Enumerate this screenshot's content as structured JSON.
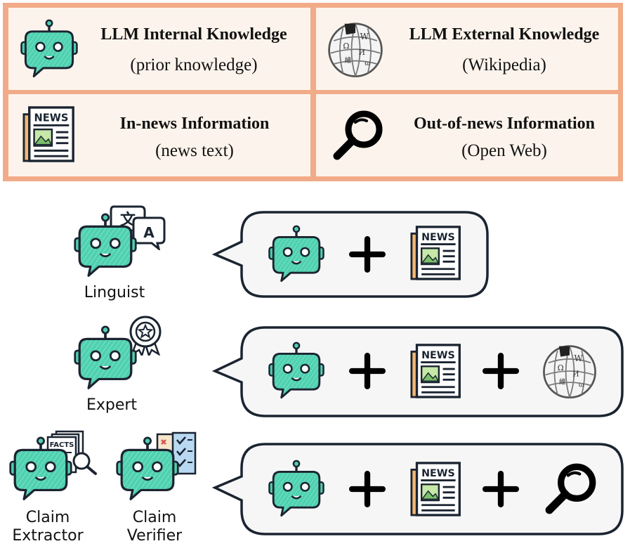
{
  "legend": {
    "internal": {
      "title": "LLM Internal Knowledge",
      "subtitle": "(prior knowledge)",
      "icon": "robot-icon"
    },
    "external": {
      "title": "LLM External Knowledge",
      "subtitle": "(Wikipedia)",
      "icon": "wikipedia-globe-icon"
    },
    "in_news": {
      "title": "In-news Information",
      "subtitle": "(news text)",
      "icon": "newspaper-icon"
    },
    "out_news": {
      "title": "Out-of-news Information",
      "subtitle": "(Open Web)",
      "icon": "magnifier-icon"
    }
  },
  "agents": {
    "linguist": {
      "label": "Linguist",
      "badge_glyph_1": "文",
      "badge_glyph_2": "A"
    },
    "expert": {
      "label": "Expert"
    },
    "claim_extractor": {
      "label_line1": "Claim",
      "label_line2": "Extractor",
      "badge_text": "FACTS"
    },
    "claim_verifier": {
      "label_line1": "Claim",
      "label_line2": "Verifier"
    }
  },
  "newspaper_text": "NEWS",
  "colors": {
    "legend_border": "#f2ab88",
    "legend_fill": "#fcf4ec",
    "robot": "#4fd1b0",
    "bubble_fill": "#f6f6f6",
    "bubble_stroke": "#1b2431"
  }
}
